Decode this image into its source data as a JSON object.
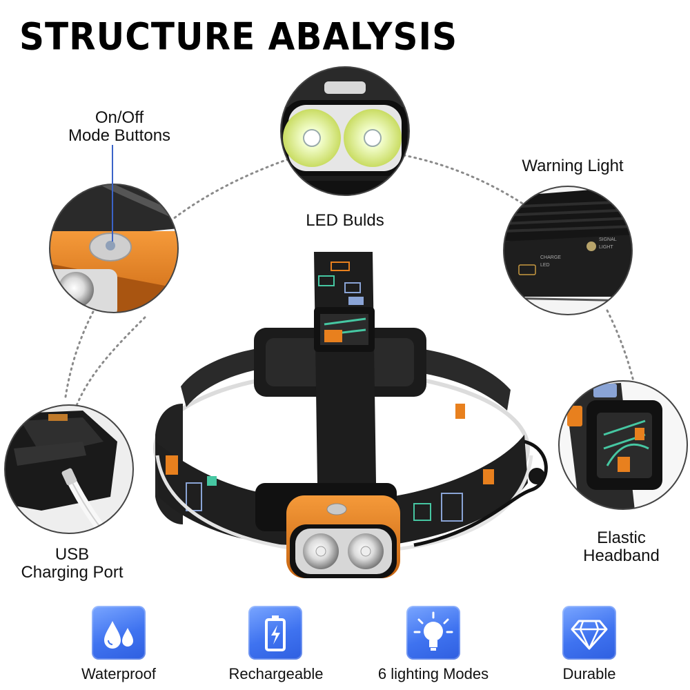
{
  "title": "STRUCTURE ABALYSIS",
  "callouts": {
    "buttons": [
      "On/Off",
      "Mode Buttons"
    ],
    "leds": "LED Bulds",
    "warning": "Warning Light",
    "usb": [
      "USB",
      "Charging Port"
    ],
    "band": [
      "Elastic",
      "Headband"
    ]
  },
  "printed_marks": {
    "charge": [
      "CHARGE",
      "LED"
    ],
    "signal": [
      "SIGNAL",
      "LIGHT"
    ]
  },
  "features": [
    {
      "label": "Waterproof",
      "icon": "water-drops-icon"
    },
    {
      "label": "Rechargeable",
      "icon": "battery-charge-icon"
    },
    {
      "label": "6 lighting Modes",
      "icon": "light-bulb-icon"
    },
    {
      "label": "Durable",
      "icon": "diamond-icon"
    }
  ],
  "colors": {
    "accent": "#e8801e",
    "feature_blue": "#3f73f0",
    "band": "#222222"
  }
}
